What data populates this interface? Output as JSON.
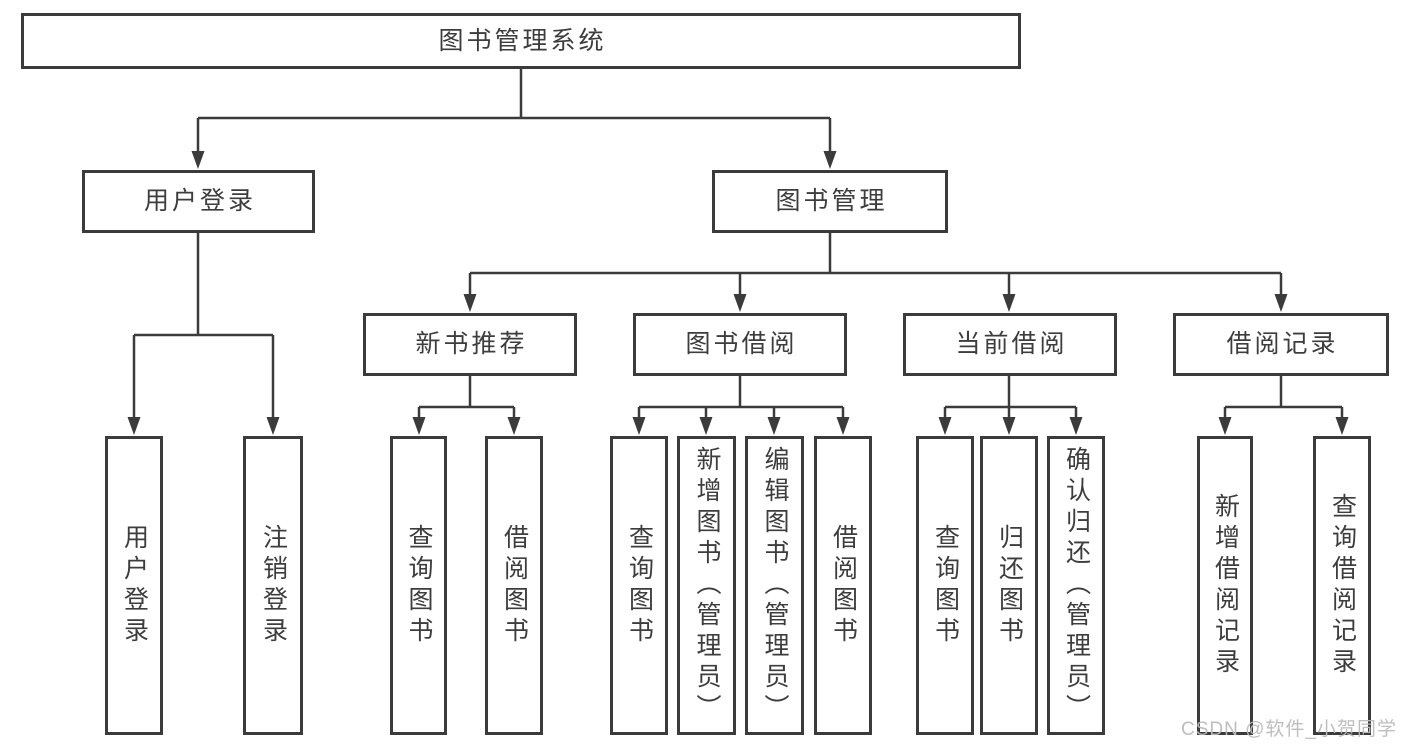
{
  "diagram": {
    "root": {
      "label": "图书管理系统"
    },
    "branches": [
      {
        "label": "用户登录",
        "children": [
          {
            "label": "用户登录"
          },
          {
            "label": "注销登录"
          }
        ]
      },
      {
        "label": "图书管理",
        "children": [
          {
            "label": "新书推荐",
            "children": [
              {
                "label": "查询图书"
              },
              {
                "label": "借阅图书"
              }
            ]
          },
          {
            "label": "图书借阅",
            "children": [
              {
                "label": "查询图书"
              },
              {
                "label": "新增图书（管理员）"
              },
              {
                "label": "编辑图书（管理员）"
              },
              {
                "label": "借阅图书"
              }
            ]
          },
          {
            "label": "当前借阅",
            "children": [
              {
                "label": "查询图书"
              },
              {
                "label": "归还图书"
              },
              {
                "label": "确认归还（管理员）"
              }
            ]
          },
          {
            "label": "借阅记录",
            "children": [
              {
                "label": "新增借阅记录"
              },
              {
                "label": "查询借阅记录"
              }
            ]
          }
        ]
      }
    ]
  },
  "watermark": {
    "text": "CSDN @软件_小贺同学",
    "color": "#bababa"
  },
  "colors": {
    "line": "#3b3b3b",
    "box_border": "#3b3b3b",
    "text": "#3d3d3d",
    "background": "#ffffff"
  }
}
